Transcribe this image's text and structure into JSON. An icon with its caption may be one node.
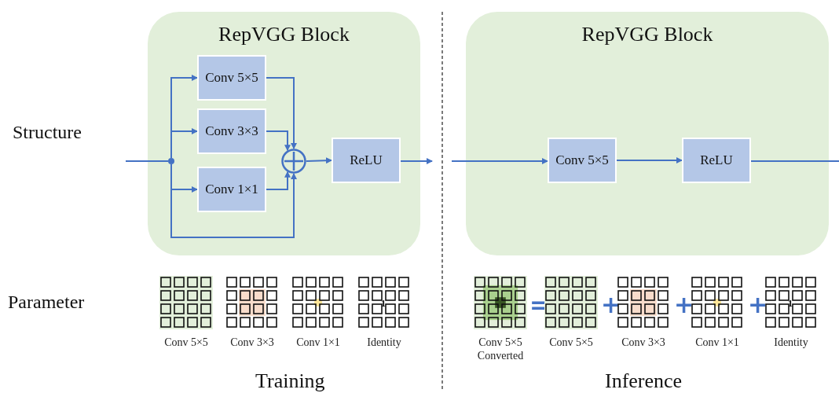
{
  "diagram": {
    "nodes": [
      {
        "text": [
          "RepVGG Block"
        ]
      },
      {
        "text": [
          "Conv 5×5"
        ],
        "in": 0
      },
      {
        "text": [
          "Conv 3×3"
        ],
        "in": 0
      },
      {
        "text": [
          "Conv 1×1"
        ],
        "in": 0
      },
      {
        "text": [],
        "shape": "circle",
        "in": 0
      },
      {
        "text": [
          "ReLU"
        ],
        "in": 0
      },
      {
        "text": [],
        "shape": "dot",
        "in": 0
      },
      {
        "text": [
          "RepVGG Block"
        ]
      },
      {
        "text": [
          "Conv 5×5"
        ],
        "in": 7
      },
      {
        "text": [
          "ReLU"
        ],
        "in": 7
      },
      {
        "text": [],
        "shape": "grid",
        "beside": [
          "Conv 5×5"
        ]
      },
      {
        "text": [],
        "shape": "grid",
        "beside": [
          "Conv 3×3"
        ]
      },
      {
        "text": [],
        "shape": "grid",
        "beside": [
          "Conv 1×1"
        ]
      },
      {
        "text": [
          "1"
        ],
        "beside": [
          "Identity"
        ]
      },
      {
        "text": [],
        "shape": "grid",
        "beside": [
          "Conv 5×5 Converted"
        ]
      },
      {
        "text": [],
        "shape": "grid",
        "beside": [
          "Conv 5×5"
        ]
      },
      {
        "text": [],
        "shape": "grid",
        "beside": [
          "Conv 3×3"
        ]
      },
      {
        "text": [],
        "shape": "grid",
        "beside": [
          "Conv 1×1"
        ]
      },
      {
        "text": [
          "1"
        ],
        "beside": [
          "Identity"
        ]
      }
    ],
    "edges": [
      {
        "from": null,
        "to": 6,
        "arrow": "none"
      },
      {
        "from": 6,
        "to": 1,
        "arrow": "to"
      },
      {
        "from": 6,
        "to": 2,
        "arrow": "to"
      },
      {
        "from": 6,
        "to": 3,
        "arrow": "to"
      },
      {
        "from": 6,
        "to": 4,
        "arrow": "to"
      },
      {
        "from": 1,
        "to": 4,
        "arrow": "to"
      },
      {
        "from": 2,
        "to": 4,
        "arrow": "to"
      },
      {
        "from": 3,
        "to": 4,
        "arrow": "to"
      },
      {
        "from": 4,
        "to": 5,
        "arrow": "to"
      },
      {
        "from": 5,
        "to": null,
        "arrow": "to"
      },
      {
        "from": null,
        "to": 8,
        "arrow": "to"
      },
      {
        "from": 8,
        "to": 9,
        "arrow": "to"
      },
      {
        "from": 9,
        "to": null,
        "arrow": "none"
      }
    ],
    "labels": [
      "Structure",
      "Parameter",
      "=",
      "+",
      "+",
      "+",
      "Training",
      "Inference"
    ]
  }
}
